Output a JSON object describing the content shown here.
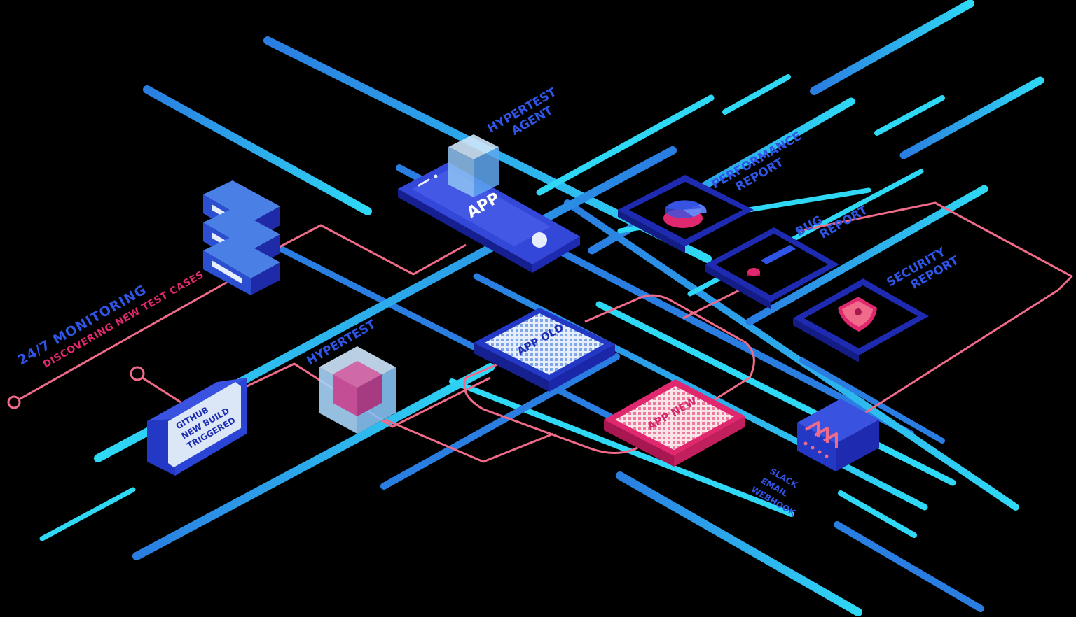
{
  "labels": {
    "monitoring_line1": "24/7 MONITORING",
    "monitoring_line2": "DISCOVERING NEW TEST CASES",
    "agent_line1": "HYPERTEST",
    "agent_line2": "AGENT",
    "app": "APP",
    "hypertest": "HYPERTEST",
    "github_line1": "GITHUB",
    "github_line2": "NEW BUILD",
    "github_line3": "TRIGGERED",
    "app_old": "APP OLD",
    "app_new": "APP NEW",
    "performance_line1": "PERFORMANCE",
    "performance_line2": "REPORT",
    "bug_line1": "BUG",
    "bug_line2": "REPORT",
    "security_line1": "SECURITY",
    "security_line2": "REPORT",
    "notify_line1": "SLACK",
    "notify_line2": "EMAIL",
    "notify_line3": "WEBHOOK"
  },
  "icons": {
    "server": "server-stack-icon",
    "phone": "phone-icon",
    "agent_cube": "cube-icon",
    "hypertest_cube": "cube-icon",
    "github_box": "build-box-icon",
    "app_old_chip": "chip-icon",
    "app_new_chip": "chip-icon",
    "performance": "pie-chart-icon",
    "bug": "exclamation-icon",
    "security": "shield-lock-icon",
    "notify": "notification-box-icon"
  },
  "colors": {
    "background": "#000000",
    "cyan": "#2fd9f5",
    "blue": "#2a7de1",
    "navy": "#1e2db5",
    "indigo": "#3a4bd6",
    "pink": "#f06b8a",
    "magenta": "#e0286e",
    "pale": "#dbe6f7"
  }
}
